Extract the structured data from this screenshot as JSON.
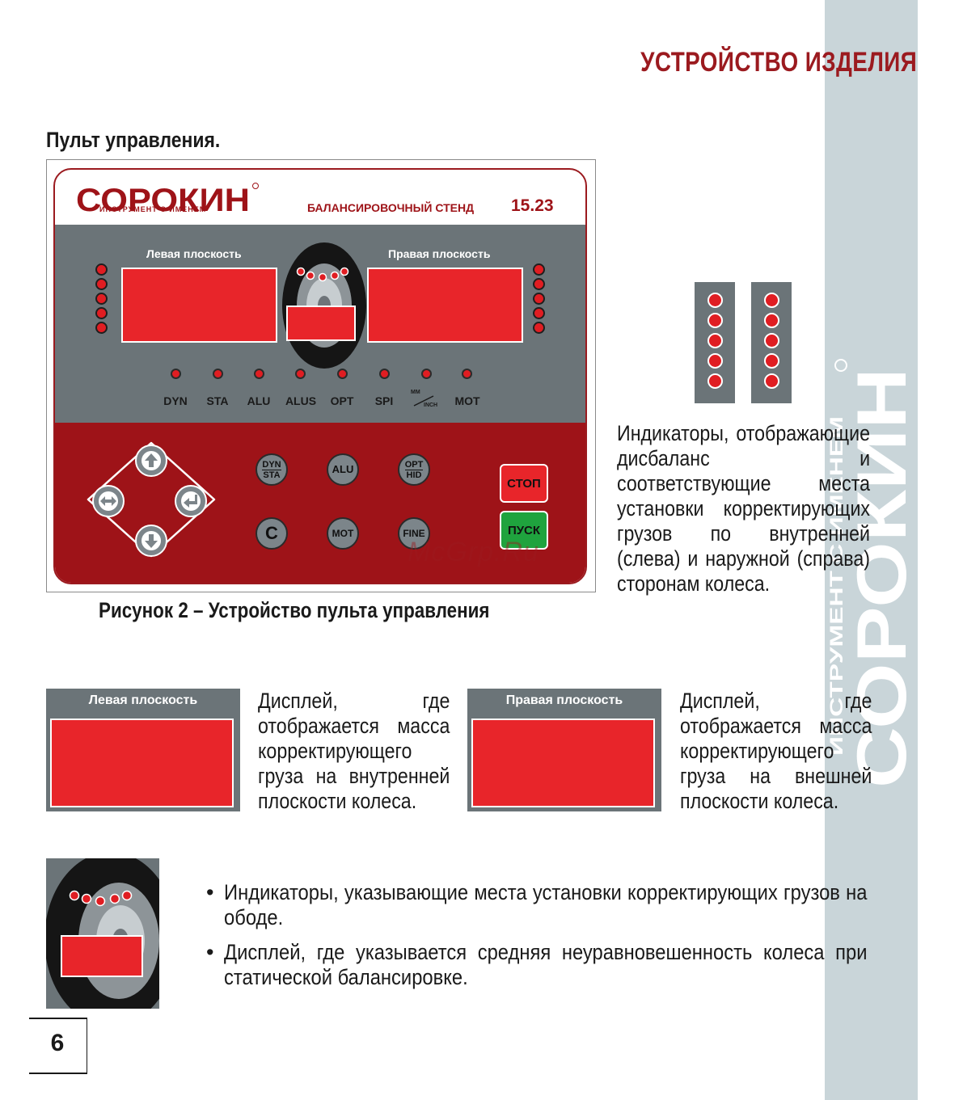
{
  "header": {
    "section_title": "УСТРОЙСТВО ИЗДЕЛИЯ",
    "subheading": "Пульт управления."
  },
  "side_band": {
    "brand_text": "СОРОКИН",
    "tagline": "ИНСТРУМЕНТ С ИМЕНЕМ",
    "color": "#c9d5d9"
  },
  "panel": {
    "brand": "СОРОКИН",
    "brand_tagline": "ИНСТРУМЕНТ С ИМЕНЕМ",
    "model_label": "БАЛАНСИРОВОЧНЫЙ СТЕНД",
    "model_number": "15.23",
    "left_plane_label": "Левая плоскость",
    "right_plane_label": "Правая плоскость",
    "modes": [
      "DYN",
      "STA",
      "ALU",
      "ALUS",
      "OPT",
      "SPI",
      "MM/INCH",
      "MOT"
    ],
    "mm_inch": {
      "top": "MM",
      "bottom": "INCH"
    },
    "buttons": {
      "dyn_sta": {
        "top": "DYN",
        "bottom": "STA"
      },
      "alu": "ALU",
      "opt_hid": {
        "top": "OPT",
        "bottom": "HID"
      },
      "c": "C",
      "mot": "MOT",
      "fine": "FINE",
      "stop": "СТОП",
      "start": "ПУСК"
    },
    "colors": {
      "accent": "#9e1318",
      "display": "#e8252a",
      "panel_gray": "#6b7478",
      "start_green": "#1fa33e"
    }
  },
  "figure_caption": "Рисунок 2 – Устройство пульта управления",
  "indicators_description": "Индикаторы, отображающие дисбаланс и соответствующие места установки корректирующих грузов по внутренней (слева) и наружной (справа) сторонам колеса.",
  "left_display": {
    "title": "Левая плоскость",
    "description": "Дисплей, где отображается масса корректирующего груза на внутренней плоскости колеса."
  },
  "right_display": {
    "title": "Правая плоскость",
    "description": "Дисплей, где отображается масса корректирующего груза на внешней плоскости колеса."
  },
  "bullets": [
    "Индикаторы, указывающие места установки корректирующих грузов на ободе.",
    "Дисплей, где указывается средняя неуравновешенность колеса при статической балансировке."
  ],
  "watermark": "McGrp.Ru",
  "page_number": "6"
}
